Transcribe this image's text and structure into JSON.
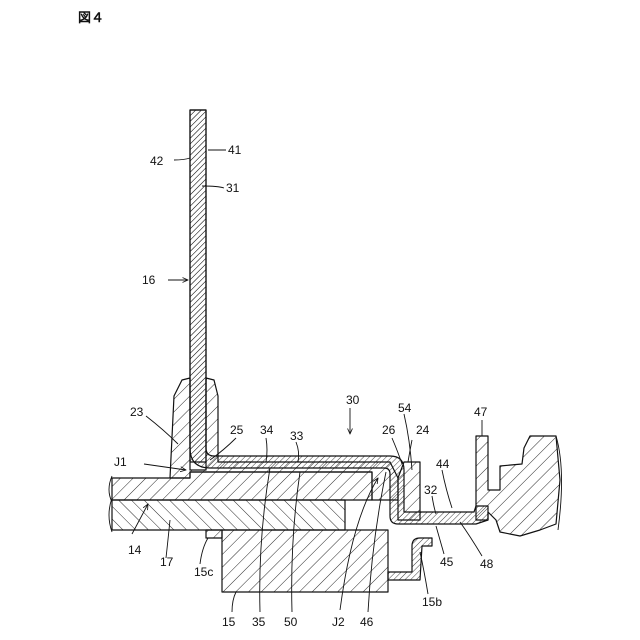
{
  "figure": {
    "title": "図４"
  },
  "labels": {
    "l42": "42",
    "l41": "41",
    "l31": "31",
    "l16": "16",
    "l23": "23",
    "l30": "30",
    "l54": "54",
    "l47": "47",
    "l25": "25",
    "l34": "34",
    "l33": "33",
    "l26": "26",
    "l24": "24",
    "lJ1": "J1",
    "l44": "44",
    "l32": "32",
    "l14": "14",
    "l17": "17",
    "l15c": "15c",
    "l45": "45",
    "l48": "48",
    "l15b": "15b",
    "l15": "15",
    "l35": "35",
    "l50": "50",
    "lJ2": "J2",
    "l46": "46"
  },
  "colors": {
    "line": "#111111",
    "background": "#ffffff"
  }
}
